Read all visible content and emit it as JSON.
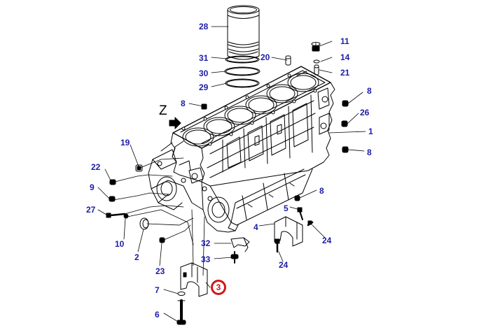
{
  "diagram": {
    "view_label": "Z",
    "highlighted_part": "3",
    "accent_color": "#d01818",
    "callout_color": "#1c1ca8",
    "callouts": {
      "c28": "28",
      "c11": "11",
      "c14": "14",
      "c20": "20",
      "c21": "21",
      "c31": "31",
      "c30": "30",
      "c29": "29",
      "c8a": "8",
      "c8b": "8",
      "c26": "26",
      "c1": "1",
      "c8c": "8",
      "c19": "19",
      "c22": "22",
      "c9": "9",
      "c27": "27",
      "c10": "10",
      "c2": "2",
      "c8d": "8",
      "c5": "5",
      "c4": "4",
      "c24a": "24",
      "c32": "32",
      "c33": "33",
      "c24b": "24",
      "c23": "23",
      "c7": "7",
      "c6": "6"
    }
  }
}
